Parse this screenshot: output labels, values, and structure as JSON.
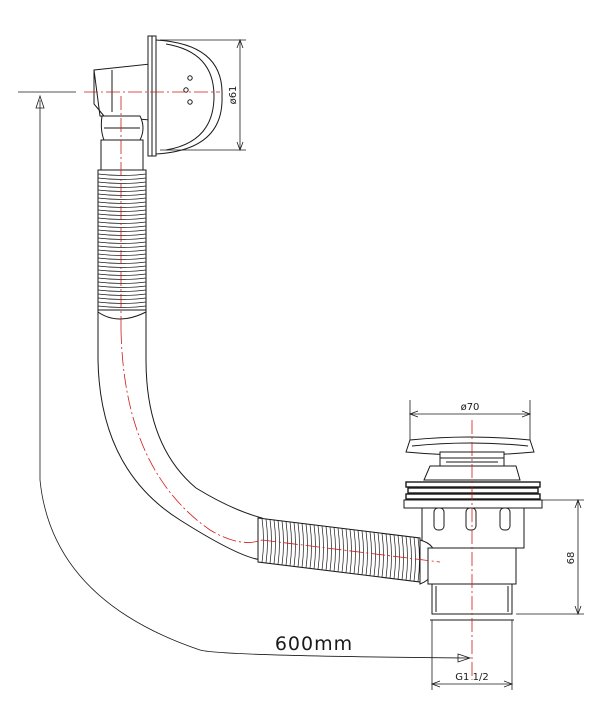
{
  "diagram": {
    "dimensions": {
      "overflow_diameter": "ø61",
      "waste_diameter": "ø70",
      "waste_height": "68",
      "length": "600mm",
      "thread": "G1 1/2"
    },
    "colors": {
      "outline": "#1a1a1a",
      "centerline": "#d11a1a",
      "background": "#ffffff"
    }
  }
}
